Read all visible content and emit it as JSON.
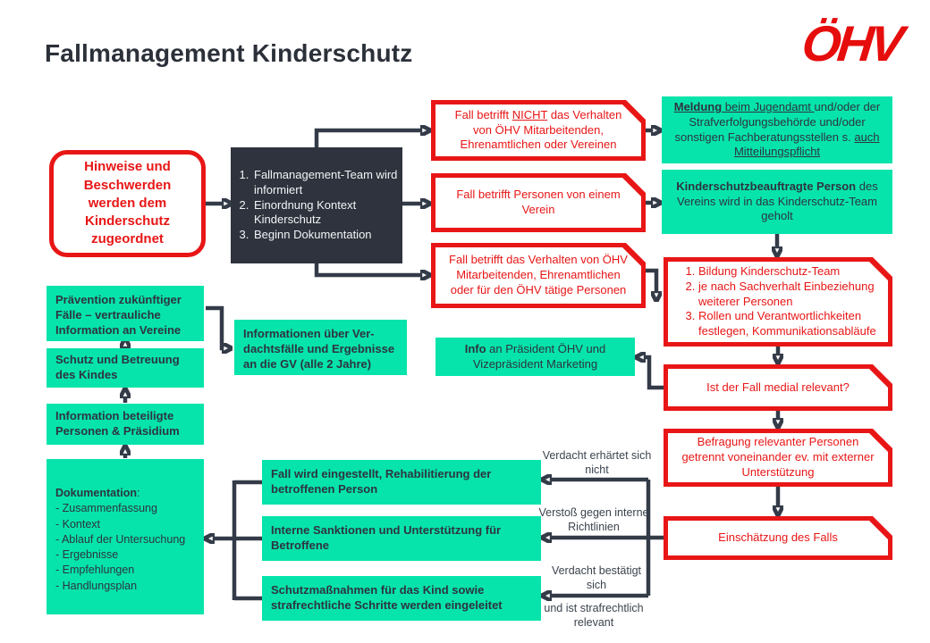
{
  "title": "Fallmanagement Kinderschutz",
  "logo": {
    "text": "ÖHV"
  },
  "colors": {
    "red": "#e81616",
    "teal": "#06e4ab",
    "dark": "#2e333d",
    "arrow": "#343b48"
  },
  "start_box": {
    "text": "Hinweise und Beschwerden werden dem Kinderschutz zugeordnet"
  },
  "team_box": {
    "items": [
      "Fallmanagement-Team wird informiert",
      "Einordnung Kontext Kinderschutz",
      "Beginn Dokumentation"
    ]
  },
  "case_types": {
    "not_oehv": {
      "pre": "Fall betrifft ",
      "emph": "NICHT",
      "post": " das Verhalten von ÖHV Mitarbeitenden, Ehrenamtlichen oder Vereinen"
    },
    "club": {
      "text": "Fall betrifft Personen von einem Verein"
    },
    "oehv": {
      "text": "Fall betrifft das Verhalten von ÖHV Mitarbeitenden, Ehrenamtlichen oder für den ÖHV tätige Personen"
    }
  },
  "report_box": {
    "bold_u": "Meldung",
    "u1": " beim Jugendamt ",
    "mid": "und/oder der Strafverfolgungsbehörde und/oder sonstigen Fachberatungsstellen s. ",
    "u2": "auch Mitteilungspflicht"
  },
  "club_officer_box": {
    "bold": "Kinderschutzbeauftragte Person",
    "rest": " des Vereins wird in das Kinderschutz-Team geholt"
  },
  "team_building_box": {
    "items": [
      "Bildung Kinderschutz-Team",
      "je nach Sachverhalt Einbeziehung weiterer Personen",
      "Rollen und Verantwortlichkeiten festlegen, Kommunikationsabläufe"
    ]
  },
  "media_box": {
    "text": "Ist der Fall medial relevant?"
  },
  "president_box": {
    "bold": "Info",
    "rest": " an Präsident ÖHV und Vizepräsident Marketing"
  },
  "interview_box": {
    "text": "Befragung relevanter Personen getrennt voneinander ev. mit externer Unterstützung"
  },
  "assessment_box": {
    "text": "Einschätzung des Falls"
  },
  "outcomes": {
    "closed": "Fall wird eingestellt, Rehabilitierung der betroffenen Person",
    "sanctions": "Interne Sanktionen und Unterstützung für Betroffene",
    "protection": "Schutzmaßnahmen für das Kind sowie strafrechtliche Schritte werden eingeleitet"
  },
  "edge_labels": {
    "not_confirmed": "Verdacht erhärtet sich nicht",
    "violation": "Verstoß gegen interne Richtlinien",
    "confirmed": "Verdacht bestätigt sich",
    "criminal": "und ist strafrechtlich relevant"
  },
  "left_column": {
    "prevention": "Prävention zukünftiger Fälle – vertrauliche Information an Vereine",
    "child_care": "Schutz und Betreuung des Kindes",
    "inform": "Information beteiligte Personen & Präsidium",
    "documentation": {
      "title": "Dokumentation",
      "colon": ":",
      "items": [
        "- Zusammenfassung",
        "- Kontext",
        "- Ablauf der Untersuchung",
        "- Ergebnisse",
        "- Empfehlungen",
        "- Handlungsplan"
      ]
    },
    "gv_info": {
      "lines": [
        "Informationen über Ver-",
        "dachtsfälle und Ergebnisse",
        "an die GV (alle 2 Jahre)"
      ]
    }
  }
}
